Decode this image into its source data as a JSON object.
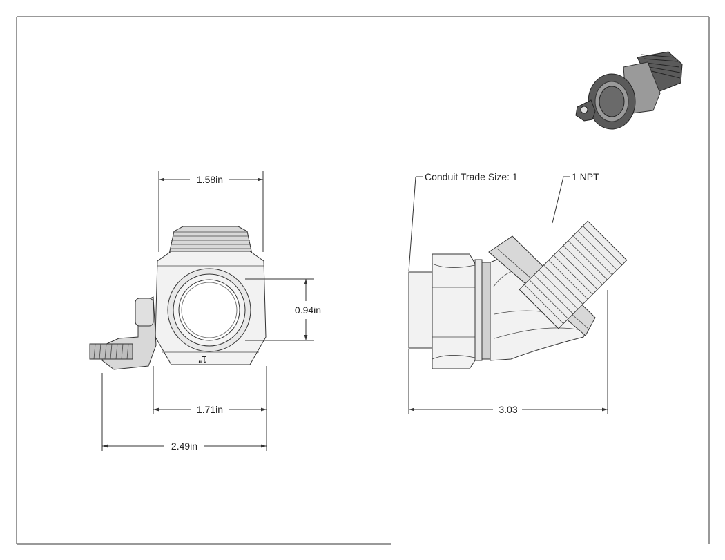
{
  "dimensions": {
    "front_top_width": "1.58in",
    "front_bore": "0.94in",
    "front_body_width": "1.71in",
    "front_overall_width": "2.49in",
    "side_overall_length": "3.03"
  },
  "callouts": {
    "conduit_size": "Conduit Trade Size: 1",
    "thread": "1 NPT"
  },
  "part_marking": "1\""
}
